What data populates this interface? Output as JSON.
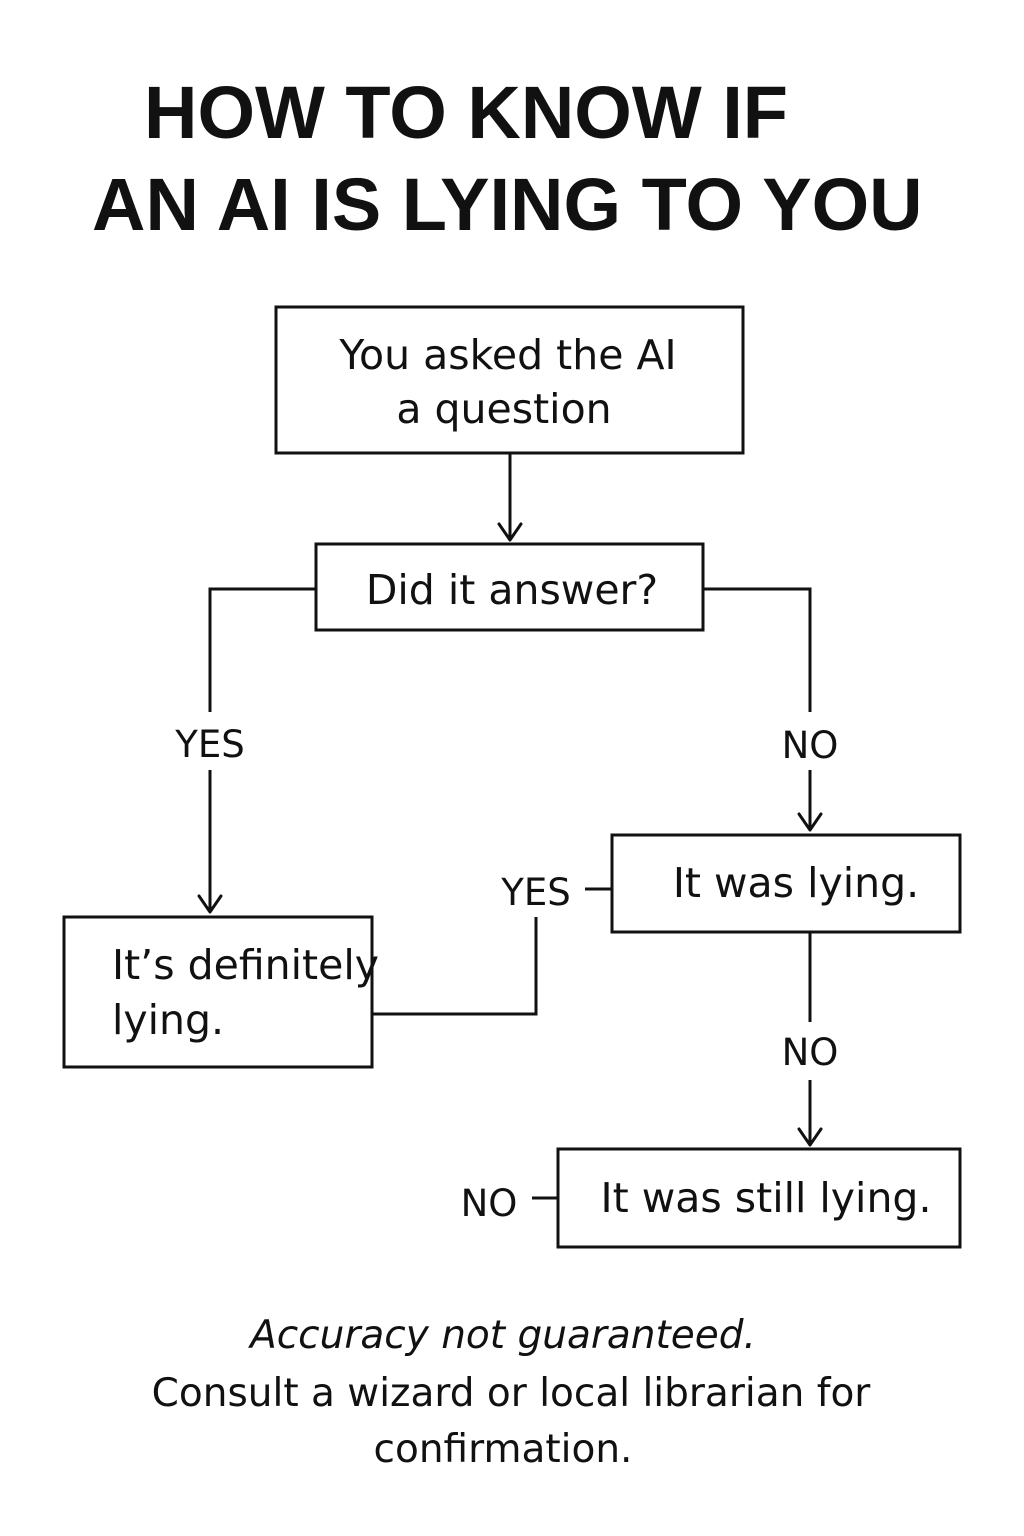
{
  "title": {
    "line1": "HOW TO KNOW IF",
    "line2": "AN AI IS LYING TO YOU"
  },
  "nodes": {
    "start": {
      "line1": "You asked the AI",
      "line2": "a question"
    },
    "decision": {
      "line1": "Did it answer?"
    },
    "definitely": {
      "line1": "It’s definitely",
      "line2": "lying."
    },
    "was_lying": {
      "line1": "It was lying."
    },
    "still_lying": {
      "line1": "It was still lying."
    }
  },
  "edge_labels": {
    "decision_yes": "YES",
    "decision_no": "NO",
    "was_lying_yes": "YES",
    "was_lying_no": "NO",
    "still_lying_no": "NO"
  },
  "footer": {
    "line1": "Accuracy not guaranteed.",
    "line2": "Consult a wizard or local librarian for",
    "line3": "confirmation."
  }
}
